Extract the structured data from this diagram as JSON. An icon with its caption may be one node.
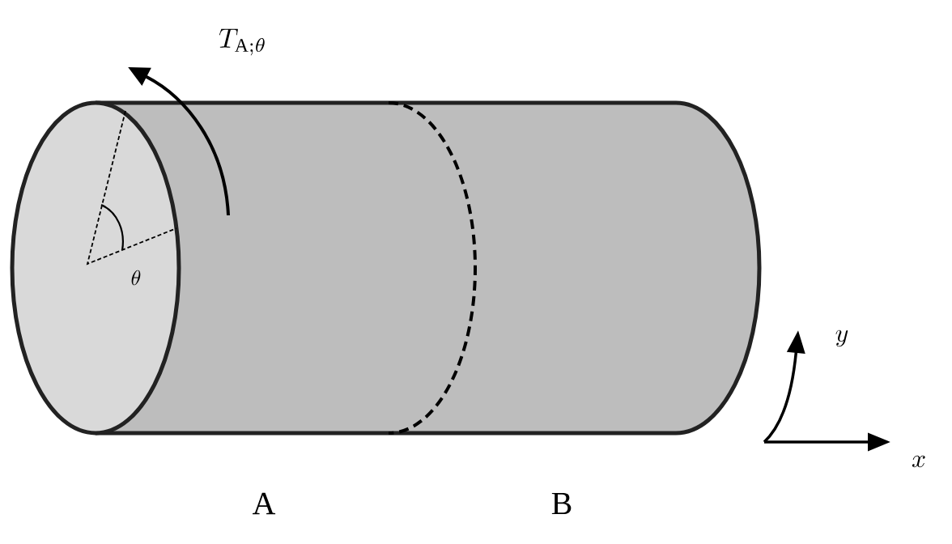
{
  "diagram": {
    "labels": [
      "T_{\\mathrm{A};\\theta}",
      "\\theta",
      "y",
      "x",
      "A",
      "B"
    ]
  }
}
